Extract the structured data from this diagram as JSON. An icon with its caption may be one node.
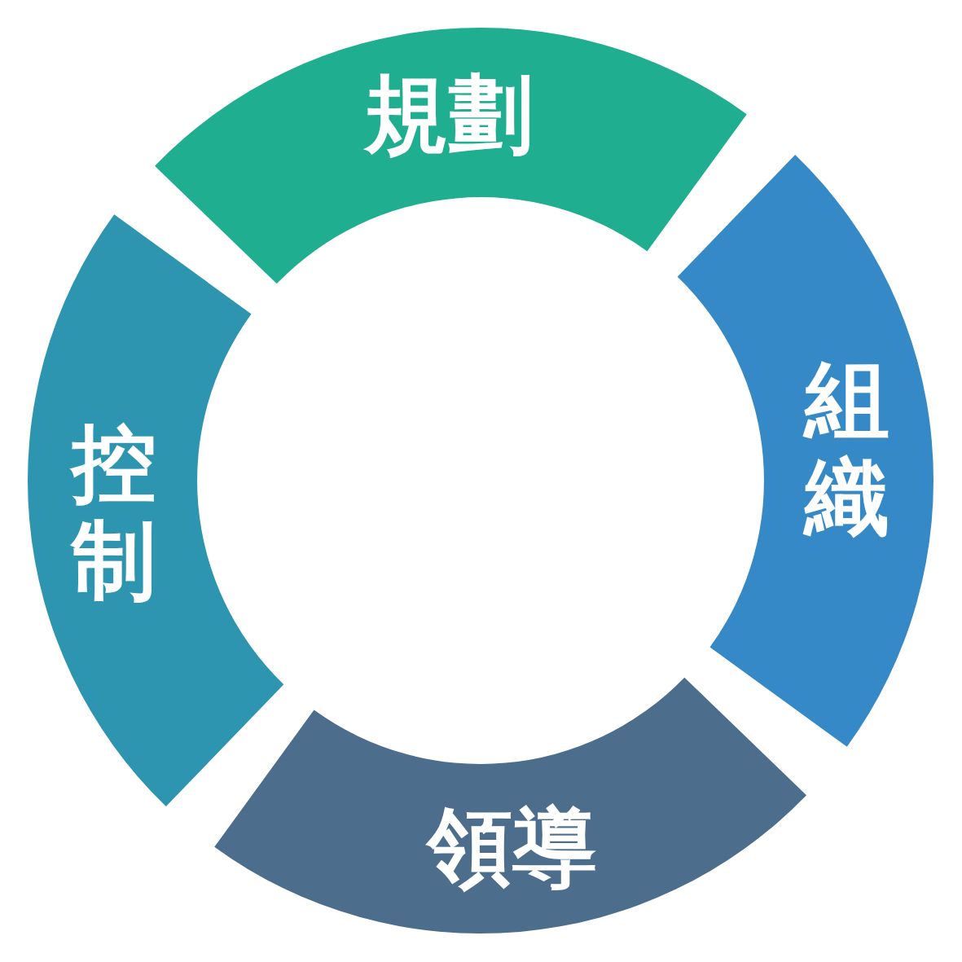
{
  "diagram": {
    "nodes": [
      {
        "text": [
          "規劃"
        ]
      },
      {
        "text": [
          "組織"
        ]
      },
      {
        "text": [
          "領導"
        ]
      },
      {
        "text": [
          "控制"
        ]
      }
    ]
  }
}
